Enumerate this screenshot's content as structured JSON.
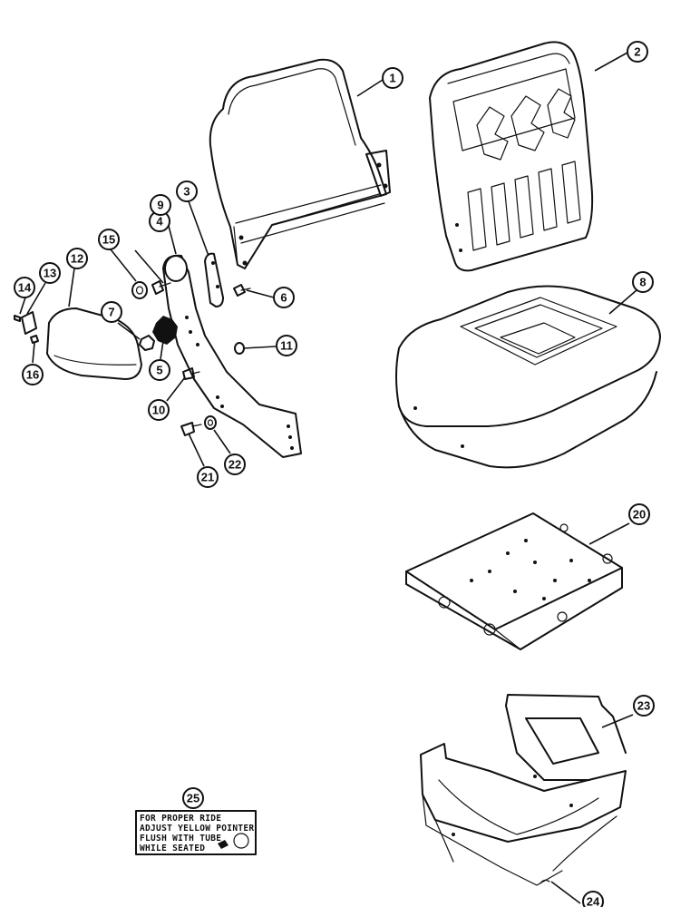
{
  "callouts": {
    "c1": "1",
    "c2": "2",
    "c3": "3",
    "c4": "4",
    "c5": "5",
    "c6": "6",
    "c7": "7",
    "c8": "8",
    "c9": "9",
    "c10": "10",
    "c11": "11",
    "c12": "12",
    "c13": "13",
    "c14": "14",
    "c15": "15",
    "c16": "16",
    "c20": "20",
    "c21": "21",
    "c22": "22",
    "c23": "23",
    "c24": "24",
    "c25": "25"
  },
  "decal": {
    "line1": "FOR PROPER RIDE",
    "line2": "ADJUST YELLOW POINTER",
    "line3": "FLUSH WITH TUBE",
    "line4": "WHILE SEATED"
  }
}
